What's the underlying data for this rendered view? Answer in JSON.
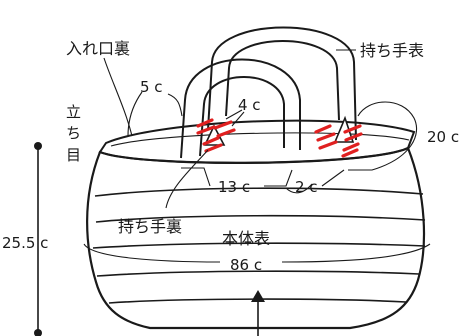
{
  "labels": {
    "iriguchi_ura": "入れ口裏",
    "mochite_omote": "持ち手表",
    "mochite_ura": "持ち手裏",
    "hontai_omote": "本体表",
    "tachime_1": "立",
    "tachime_2": "ち",
    "tachime_3": "目"
  },
  "measurements": {
    "five_c": "5 c",
    "four_c": "4 c",
    "twenty_c": "20 c",
    "thirteen_c": "13 c",
    "two_c": "2 c",
    "height": "25.5 c",
    "circumference": "86 c"
  },
  "colors": {
    "line": "#1a1a1a",
    "stitch": "#e02020",
    "white": "#ffffff"
  }
}
